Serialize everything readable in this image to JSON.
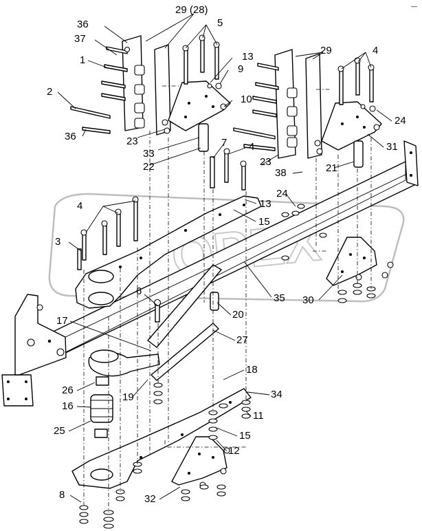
{
  "diagram": {
    "corner_mark": "—"
  },
  "watermark": {
    "text": "OPEX"
  },
  "callouts": [
    {
      "id": "c29a",
      "label": "29 (28)"
    },
    {
      "id": "c36a",
      "label": "36"
    },
    {
      "id": "c5",
      "label": "5"
    },
    {
      "id": "c37",
      "label": "37"
    },
    {
      "id": "c1",
      "label": "1"
    },
    {
      "id": "c13a",
      "label": "13"
    },
    {
      "id": "c29b",
      "label": "29"
    },
    {
      "id": "c4a",
      "label": "4"
    },
    {
      "id": "c9",
      "label": "9"
    },
    {
      "id": "c2",
      "label": "2"
    },
    {
      "id": "c10",
      "label": "10"
    },
    {
      "id": "c24a",
      "label": "24"
    },
    {
      "id": "c36b",
      "label": "36"
    },
    {
      "id": "c23a",
      "label": "23"
    },
    {
      "id": "c31",
      "label": "31"
    },
    {
      "id": "c7",
      "label": "7"
    },
    {
      "id": "c4b",
      "label": "4"
    },
    {
      "id": "c33",
      "label": "33"
    },
    {
      "id": "c23b",
      "label": "23"
    },
    {
      "id": "c21",
      "label": "21"
    },
    {
      "id": "c22",
      "label": "22"
    },
    {
      "id": "c38",
      "label": "38"
    },
    {
      "id": "c24b",
      "label": "24"
    },
    {
      "id": "c13b",
      "label": "13"
    },
    {
      "id": "c4c",
      "label": "4"
    },
    {
      "id": "c15a",
      "label": "15"
    },
    {
      "id": "c3",
      "label": "3"
    },
    {
      "id": "c35",
      "label": "35"
    },
    {
      "id": "c30",
      "label": "30"
    },
    {
      "id": "c6",
      "label": "6"
    },
    {
      "id": "c20",
      "label": "20"
    },
    {
      "id": "c17",
      "label": "17"
    },
    {
      "id": "c27",
      "label": "27"
    },
    {
      "id": "c18",
      "label": "18"
    },
    {
      "id": "c26",
      "label": "26"
    },
    {
      "id": "c19",
      "label": "19"
    },
    {
      "id": "c34",
      "label": "34"
    },
    {
      "id": "c16",
      "label": "16"
    },
    {
      "id": "c11",
      "label": "11"
    },
    {
      "id": "c25",
      "label": "25"
    },
    {
      "id": "c15b",
      "label": "15"
    },
    {
      "id": "c12",
      "label": "12"
    },
    {
      "id": "c8",
      "label": "8"
    },
    {
      "id": "c32",
      "label": "32"
    }
  ]
}
